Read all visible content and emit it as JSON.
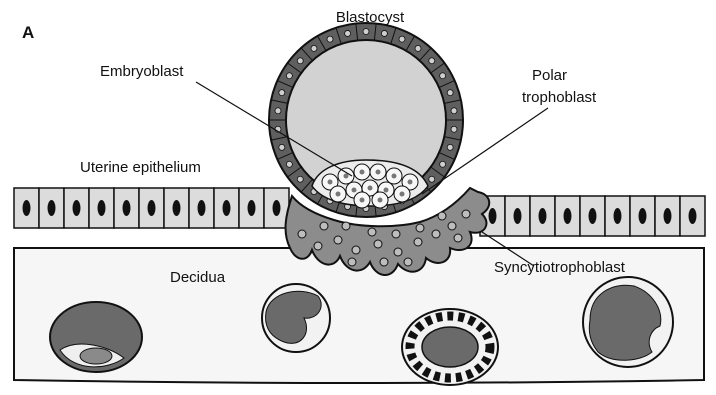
{
  "figure": {
    "panel_letter": "A",
    "labels": {
      "blastocyst": "Blastocyst",
      "embryoblast": "Embryoblast",
      "polar_trophoblast_line1": "Polar",
      "polar_trophoblast_line2": "trophoblast",
      "uterine_epithelium": "Uterine epithelium",
      "syncytiotrophoblast": "Syncytiotrophoblast",
      "decidua": "Decidua"
    },
    "colors": {
      "trophoblast_wall": "#5f5f5f",
      "cavity": "#d2d2d2",
      "syncytium": "#8c8c8c",
      "epithelium_cell": "#dcdcdc",
      "decidua_cell": "#6a6a6a",
      "outline": "#111111"
    }
  }
}
